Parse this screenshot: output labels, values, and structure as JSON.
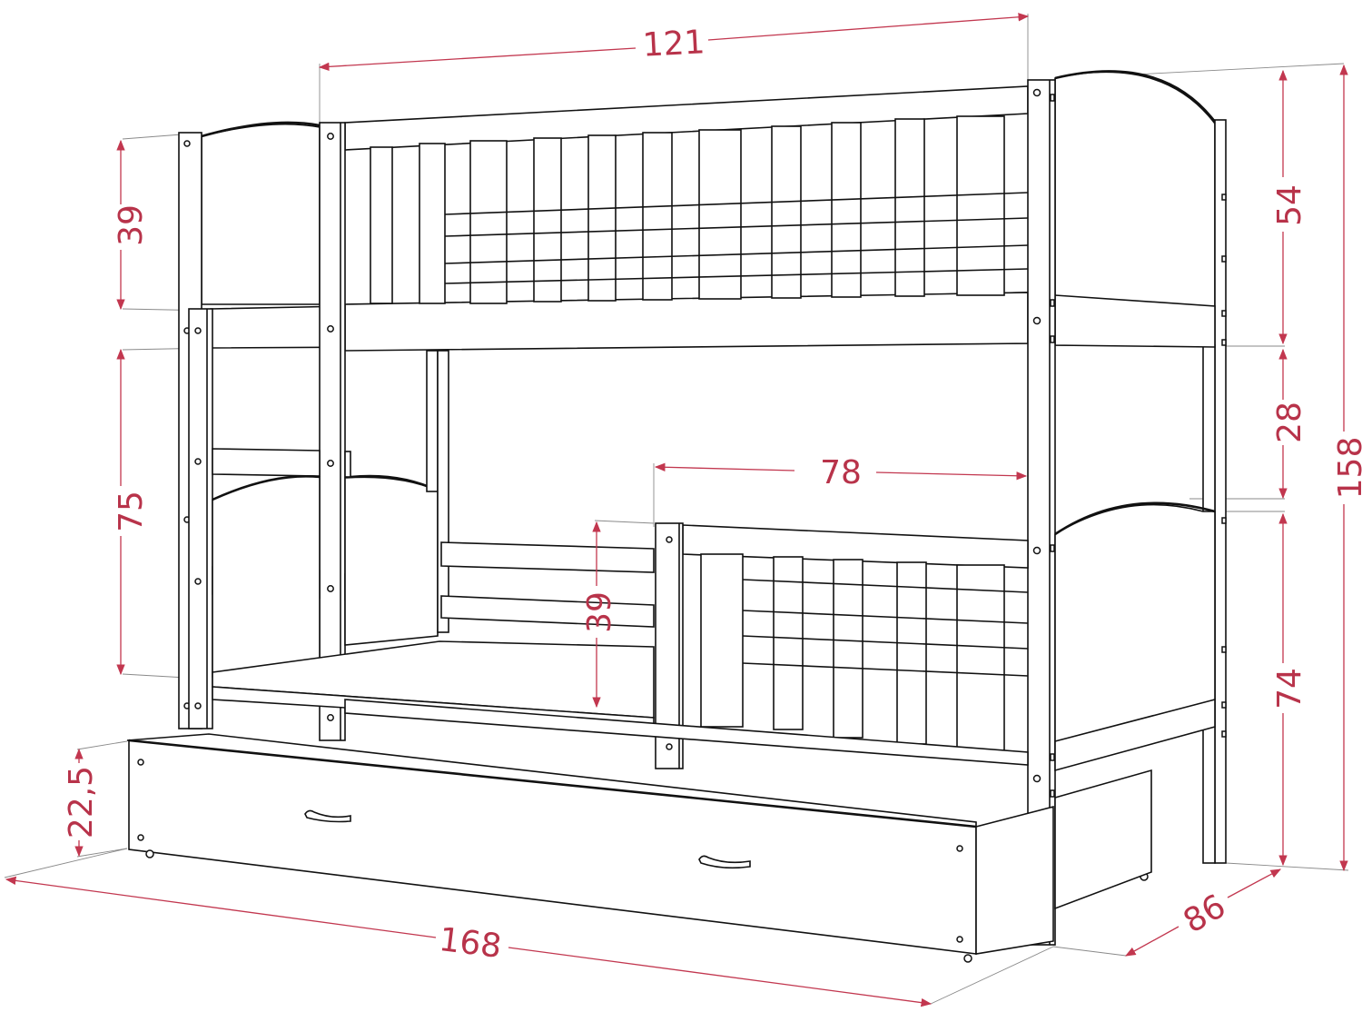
{
  "diagram": {
    "subject": "bunk bed with trundle drawer",
    "line_color": "#111111",
    "dimension_color": "#b8334a",
    "units": "cm"
  },
  "dimensions": {
    "top_width": "121",
    "upper_rail_height": "39",
    "upper_headboard_height": "54",
    "bunk_gap_left": "75",
    "bunk_gap_right": "28",
    "overall_height": "158",
    "lower_rail_width": "78",
    "lower_rail_height": "39",
    "lower_headboard_height": "74",
    "drawer_height": "22,5",
    "overall_length": "168",
    "overall_depth": "86"
  }
}
